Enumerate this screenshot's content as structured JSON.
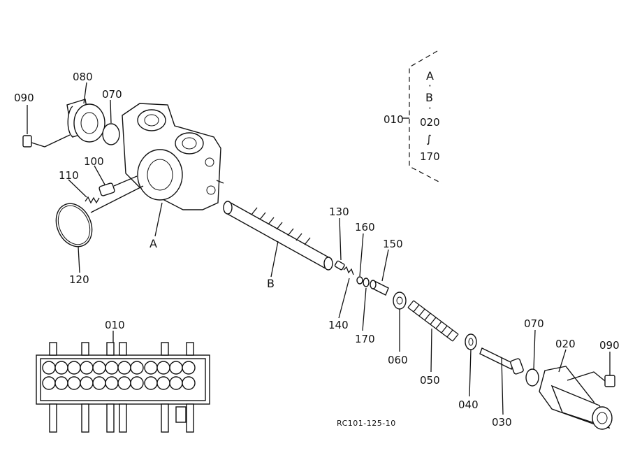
{
  "diagram": {
    "reference_code": "RC101-125-10",
    "callouts": {
      "p090_left": "090",
      "p080": "080",
      "p070_left": "070",
      "p110": "110",
      "p100": "100",
      "pA": "A",
      "p120": "120",
      "pB": "B",
      "p130": "130",
      "p160": "160",
      "p150": "150",
      "p140": "140",
      "p170": "170",
      "p060": "060",
      "p050": "050",
      "p040": "040",
      "p030": "030",
      "p070_right": "070",
      "p020": "020",
      "p090_right": "090",
      "p010_overview": "010",
      "p010_legend": "010"
    },
    "legend": {
      "items": [
        "A",
        "B",
        "020",
        "170"
      ],
      "separators": [
        "·",
        "·"
      ],
      "range_symbol": "∫"
    }
  }
}
